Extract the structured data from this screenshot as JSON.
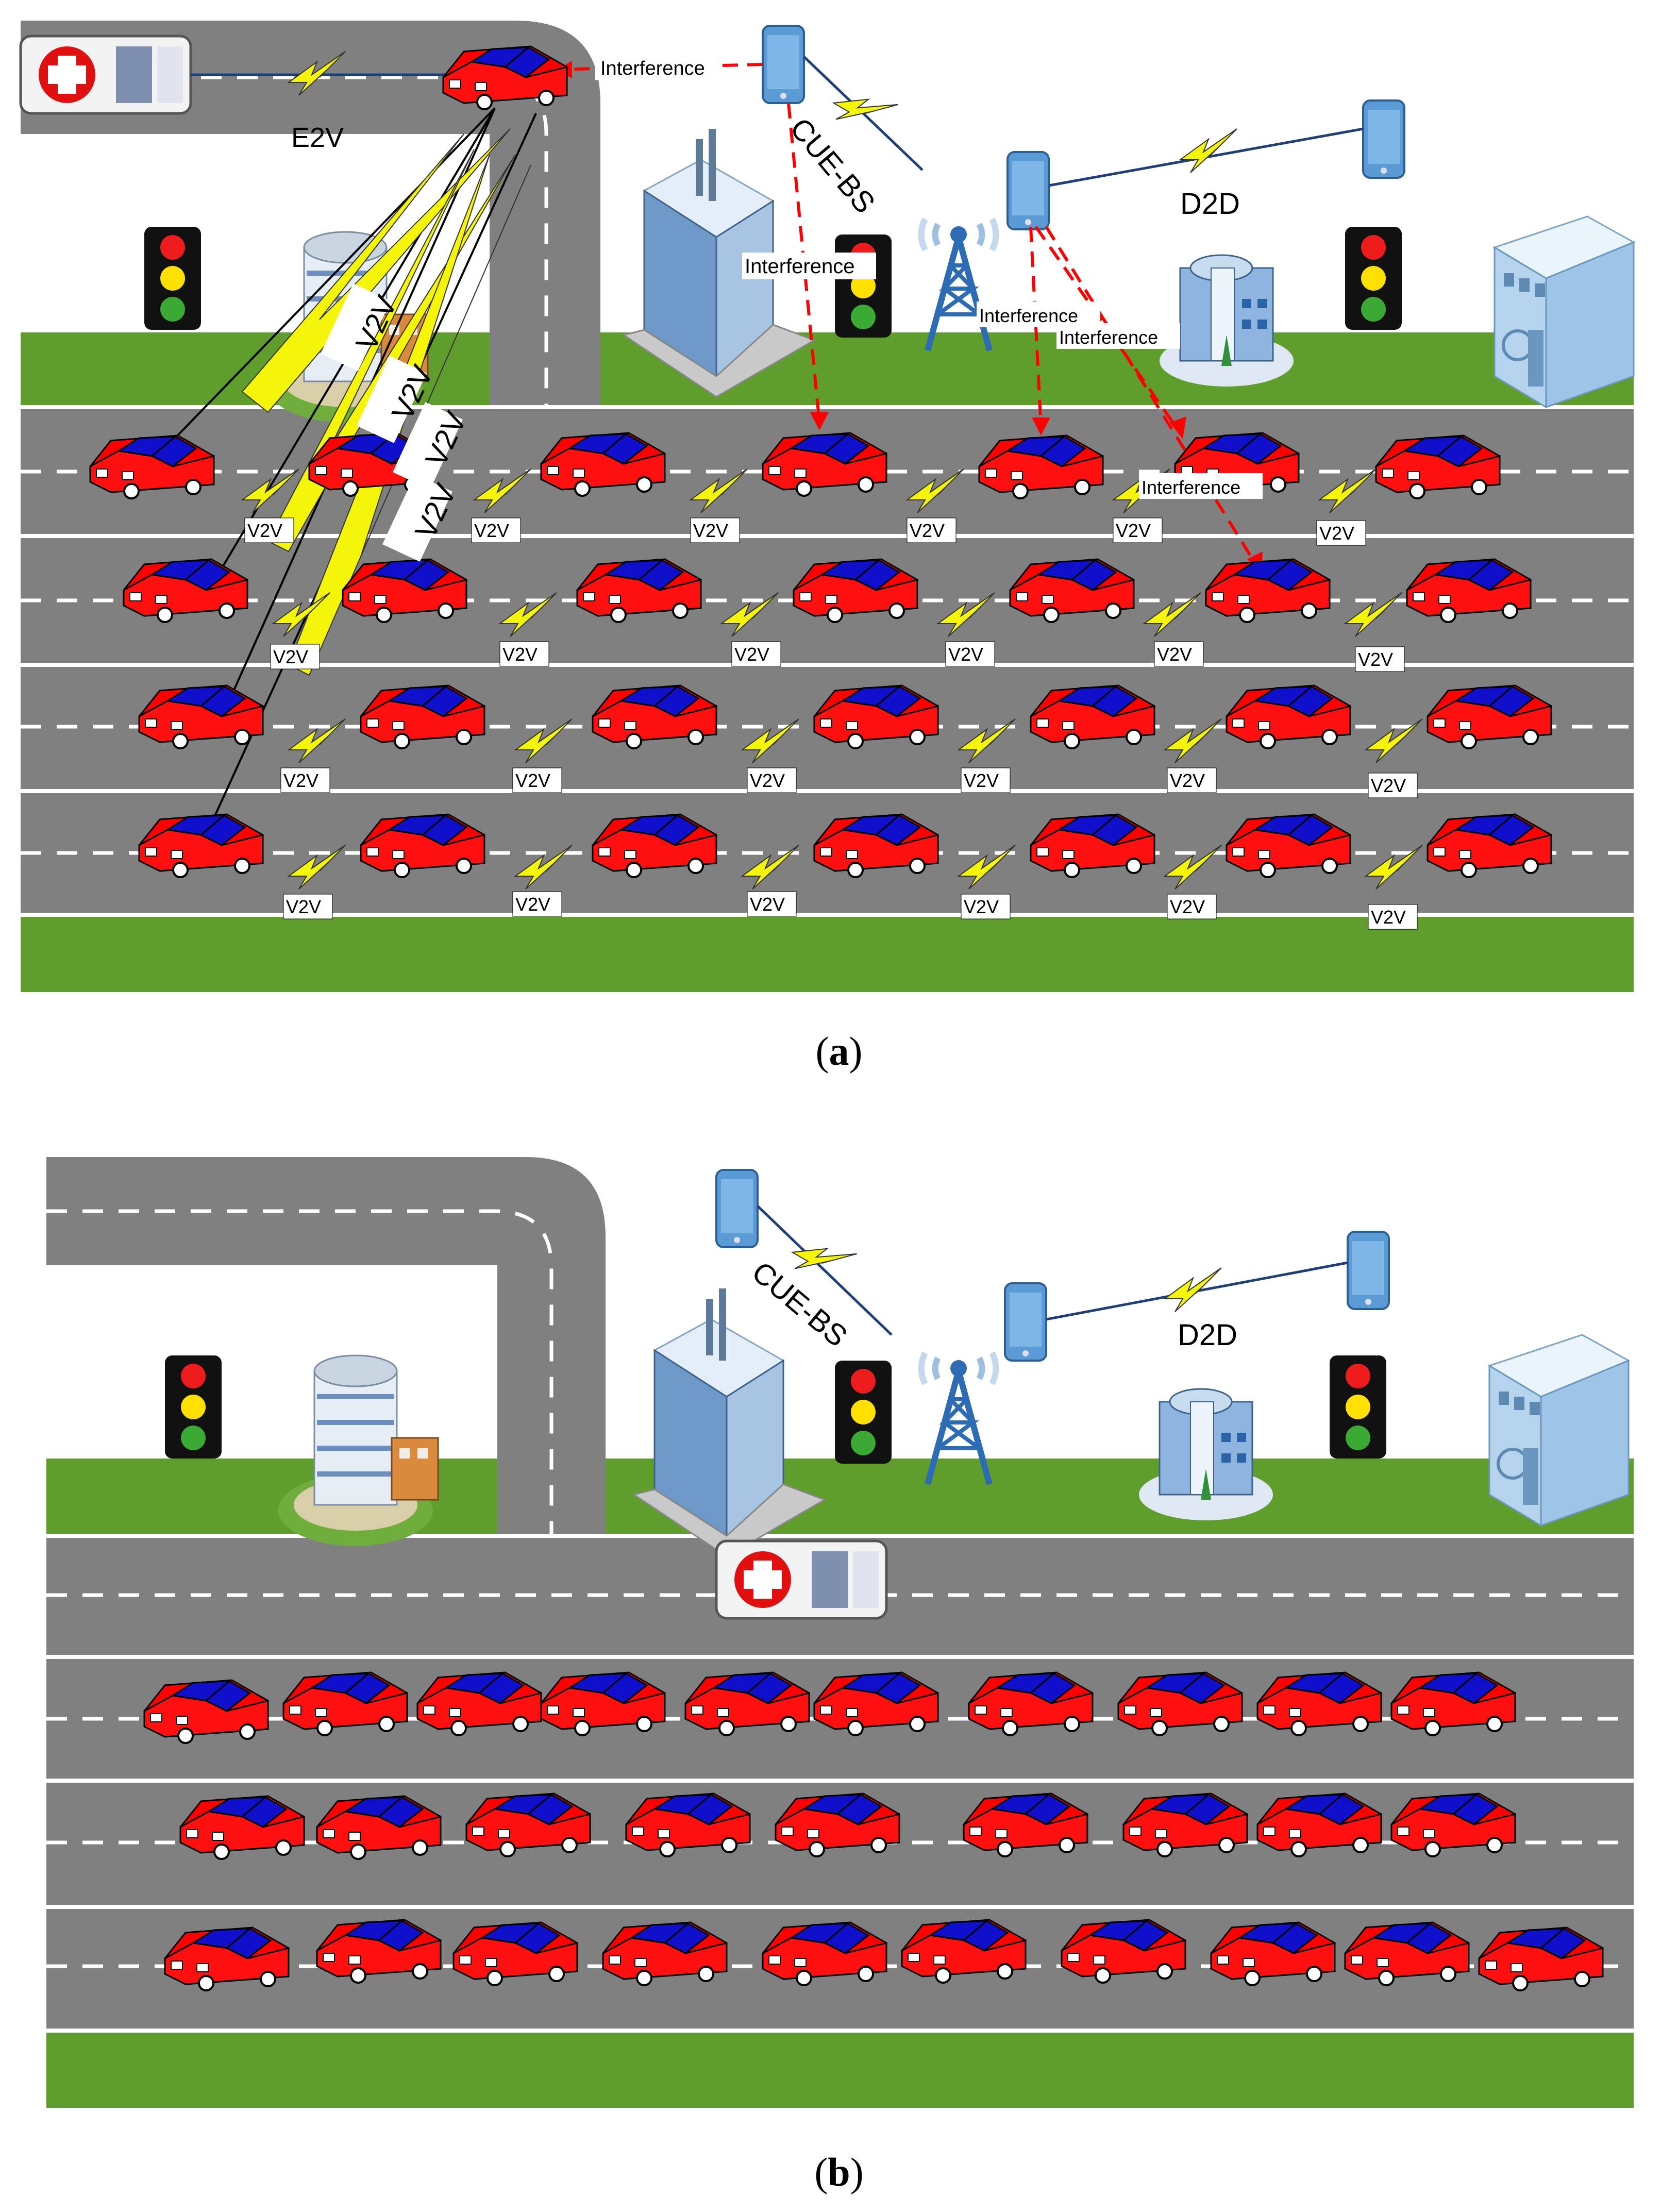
{
  "panel_a": {
    "caption_letter": "a",
    "links": {
      "e2v": "E2V",
      "v2v": "V2V",
      "cue_bs": "CUE-BS",
      "d2d": "D2D",
      "interference": "Interference"
    },
    "car_lanes": 4,
    "cars_per_lane": 7
  },
  "panel_b": {
    "caption_letter": "b",
    "links": {
      "cue_bs": "CUE-BS",
      "d2d": "D2D"
    },
    "car_rows": [
      10,
      9,
      10
    ]
  },
  "colors": {
    "grass": "#5f9e2c",
    "road": "#808080",
    "car_body": "#ff0000",
    "car_window": "#1010cc",
    "lightning": "#f5f50a",
    "interference_arrow": "#ff0000",
    "tower": "#2e6bb5"
  },
  "icons": [
    "ambulance-icon",
    "car-icon",
    "phone-icon",
    "tower-icon",
    "traffic-light-icon",
    "building-icon"
  ]
}
